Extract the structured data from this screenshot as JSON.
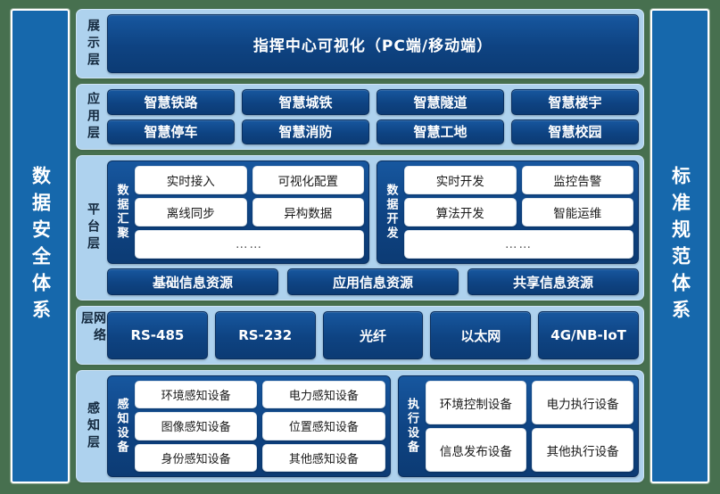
{
  "left_pillar": {
    "label": "数据安全体系"
  },
  "right_pillar": {
    "label": "标准规范体系"
  },
  "layers": {
    "display": {
      "label": "展示层",
      "banner": "指挥中心可视化（PC端/移动端）"
    },
    "application": {
      "label": "应用层",
      "row1": [
        "智慧铁路",
        "智慧城铁",
        "智慧隧道",
        "智慧楼宇"
      ],
      "row2": [
        "智慧停车",
        "智慧消防",
        "智慧工地",
        "智慧校园"
      ]
    },
    "platform": {
      "label": "平台层",
      "aggregation": {
        "label": "数据汇聚",
        "row1": [
          "实时接入",
          "可视化配置"
        ],
        "row2": [
          "离线同步",
          "异构数据"
        ],
        "more": "……"
      },
      "development": {
        "label": "数据开发",
        "row1": [
          "实时开发",
          "监控告警"
        ],
        "row2": [
          "算法开发",
          "智能运维"
        ],
        "more": "……"
      },
      "resources": [
        "基础信息资源",
        "应用信息资源",
        "共享信息资源"
      ]
    },
    "network": {
      "label": "网络层",
      "items": [
        "RS-485",
        "RS-232",
        "光纤",
        "以太网",
        "4G/NB-IoT"
      ]
    },
    "perception": {
      "label": "感知层",
      "sensing": {
        "label": "感知设备",
        "row1": [
          "环境感知设备",
          "电力感知设备"
        ],
        "row2": [
          "图像感知设备",
          "位置感知设备"
        ],
        "row3": [
          "身份感知设备",
          "其他感知设备"
        ]
      },
      "actuating": {
        "label": "执行设备",
        "row1": [
          "环境控制设备",
          "电力执行设备"
        ],
        "row2": [
          "信息发布设备",
          "其他执行设备"
        ]
      }
    }
  },
  "colors": {
    "outer_background": "#47704f",
    "pillar": "#1668ac",
    "layer_band": "#aed2ee",
    "chip_dark_blue": "#0e4382",
    "chip_white": "#ffffff",
    "label_text": "#13283d"
  }
}
